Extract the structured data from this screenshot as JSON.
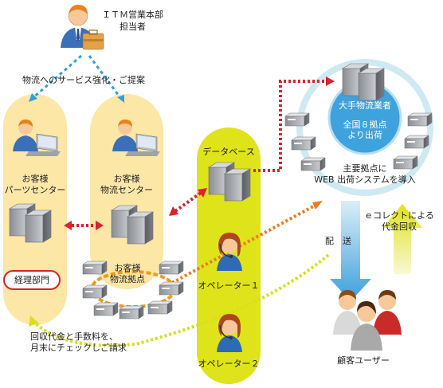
{
  "nodes": {
    "itm_staff": {
      "line1": "ＩＴＭ営業本部",
      "line2": "担当者"
    },
    "customer_parts": {
      "line1": "お客様",
      "line2": "パーツセンター"
    },
    "customer_logistics": {
      "line1": "お客様",
      "line2": "物流センター"
    },
    "customer_branches": {
      "line1": "お客様",
      "line2": "物流拠点"
    },
    "accounting": {
      "label": "経理部門"
    },
    "database": {
      "label": "データベース"
    },
    "operator1": {
      "label": "オペレーター１"
    },
    "operator2": {
      "label": "オペレーター２"
    },
    "carrier": {
      "line1": "大手物流業者",
      "line2": "全国８拠点",
      "line3": "より出荷"
    },
    "main_hub": {
      "line1": "主要拠点に",
      "line2": "WEB 出荷システムを導入"
    },
    "end_users": {
      "label": "顧客ユーザー"
    }
  },
  "edges": {
    "proposal": {
      "label": "物流へのサービス強化・ご提案"
    },
    "delivery": {
      "label": "配　送"
    },
    "collection": {
      "line1": "ｅコレクトによる",
      "line2": "代金回収"
    },
    "billing": {
      "line1": "回収代金と手数料を、",
      "line2": "月末にチェックしご請求"
    }
  },
  "colors": {
    "pill_customer": "#fde7a6",
    "pill_database": "#dfe31a",
    "carrier_circle": "#3ea2dc",
    "ring": "#cfe9f2",
    "arrow_red": "#d9232d",
    "arrow_blue": "#2fa0db",
    "arrow_orange": "#f07a1e",
    "arrow_yellow": "#d8df1c",
    "branch_ring": "#f39a1e"
  }
}
